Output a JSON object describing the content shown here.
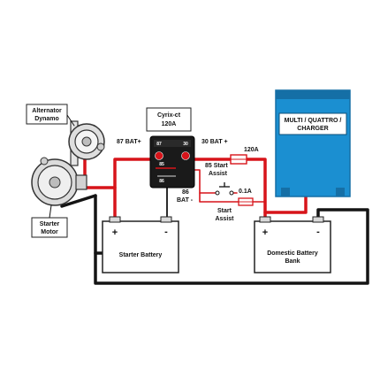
{
  "title": "",
  "labels": {
    "alternator": [
      "Alternator",
      "Dynamo"
    ],
    "starter_motor": [
      "Starter",
      "Motor"
    ],
    "cyrix": [
      "Cyrix-ct",
      "120A"
    ],
    "charger": [
      "MULTI / QUATTRO /",
      "CHARGER"
    ],
    "starter_battery": "Starter Battery",
    "domestic_battery": [
      "Domestic Battery",
      "Bank"
    ],
    "bat_plus_87": "87 BAT+",
    "bat_plus_30": "30 BAT +",
    "fuse_main": "120A",
    "start_assist_85": [
      "85 Start",
      "Assist"
    ],
    "bat_minus_86": [
      "86",
      "BAT -"
    ],
    "fuse_small": "0.1A",
    "start_assist_switch": [
      "Start",
      "Assist"
    ]
  },
  "pins": {
    "p87": "87",
    "p30": "30",
    "p85": "85",
    "p86": "86"
  },
  "terminals": {
    "plus": "+",
    "minus": "-"
  },
  "colors": {
    "positive_wire": "#d7141a",
    "negative_wire": "#141414",
    "charger_blue": "#1b8fd1",
    "charger_blue_dark": "#156fa6",
    "relay_body": "#1a1a1a"
  },
  "icons": [
    "alternator-icon",
    "starter-motor-icon",
    "cyrix-relay-icon",
    "charger-unit-icon",
    "fuse-icon",
    "switch-icon"
  ]
}
